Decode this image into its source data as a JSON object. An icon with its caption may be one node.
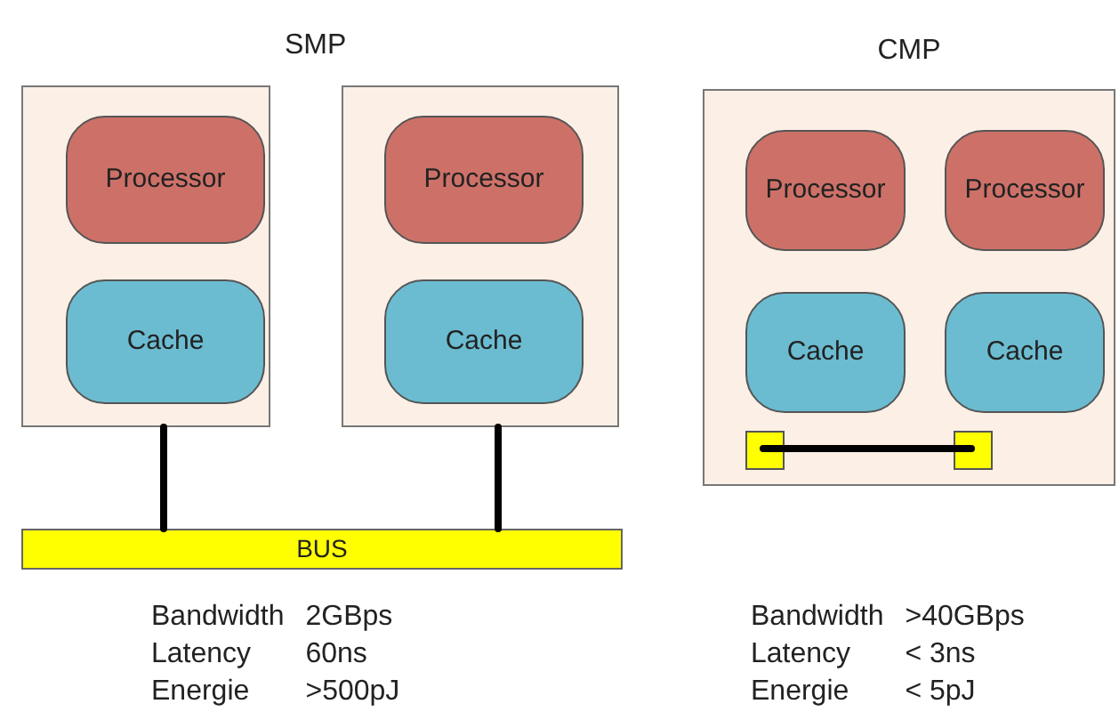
{
  "diagram": {
    "nodes": [
      {
        "text": [],
        "shape": "box"
      },
      {
        "text": [
          "Processor"
        ],
        "in": 0
      },
      {
        "text": [
          "Cache"
        ],
        "in": 0
      },
      {
        "text": [],
        "shape": "box"
      },
      {
        "text": [
          "Processor"
        ],
        "in": 3
      },
      {
        "text": [
          "Cache"
        ],
        "in": 3
      },
      {
        "text": [
          "BUS"
        ]
      },
      {
        "text": [
          "CMP"
        ]
      },
      {
        "text": [
          "Processor"
        ],
        "in": 7
      },
      {
        "text": [
          "Processor"
        ],
        "in": 7
      },
      {
        "text": [
          "Cache"
        ],
        "in": 7
      },
      {
        "text": [
          "Cache"
        ],
        "in": 7
      },
      {
        "text": [],
        "shape": "box",
        "in": 7
      },
      {
        "text": [],
        "shape": "box",
        "in": 7
      }
    ],
    "edges": [
      {
        "from": 0,
        "to": 6,
        "arrow": "none"
      },
      {
        "from": 3,
        "to": 6,
        "arrow": "none"
      },
      {
        "from": 12,
        "to": 13,
        "arrow": "none"
      }
    ],
    "labels": [
      "SMP",
      "Bandwidth",
      "2GBps",
      "Latency",
      "60ns",
      "Energie",
      ">500pJ",
      "Bandwidth",
      ">40GBps",
      "Latency",
      "< 3ns",
      "Energie",
      "< 5pJ"
    ]
  }
}
